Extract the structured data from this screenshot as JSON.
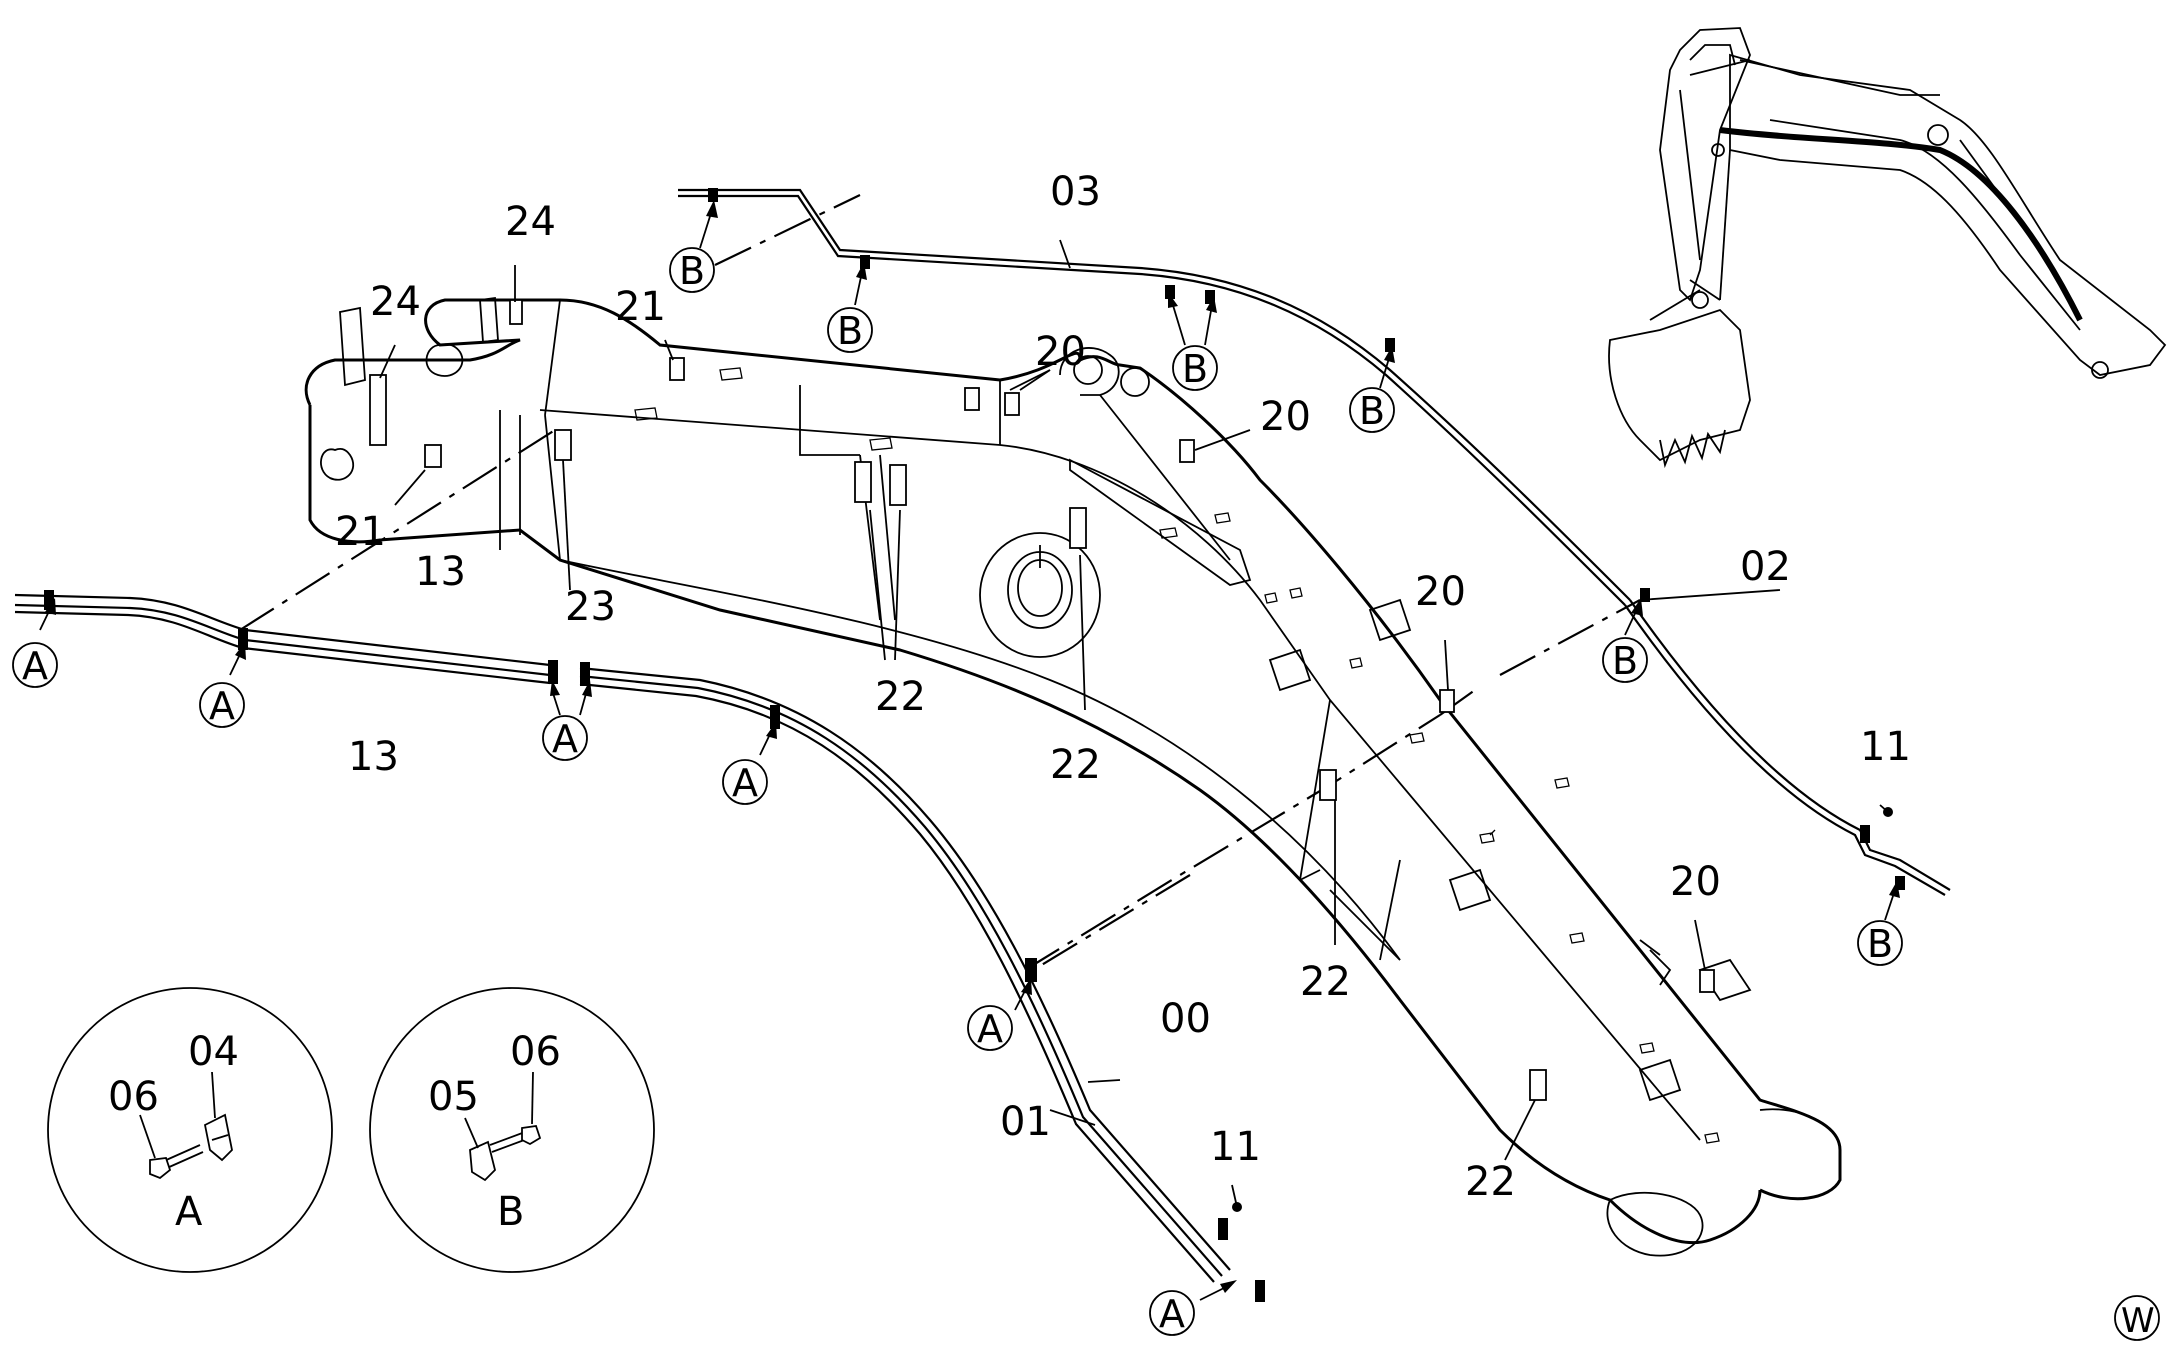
{
  "callouts": {
    "c00": "00",
    "c01": "01",
    "c02": "02",
    "c03": "03",
    "c11a": "11",
    "c11b": "11",
    "c13a": "13",
    "c13b": "13",
    "c20a": "20",
    "c20b": "20",
    "c20c": "20",
    "c20d": "20",
    "c21a": "21",
    "c21b": "21",
    "c22a": "22",
    "c22b": "22",
    "c22c": "22",
    "c22d": "22",
    "c23": "23",
    "c24a": "24",
    "c24b": "24"
  },
  "detail_refs": {
    "A": "A",
    "B": "B"
  },
  "detail_A": {
    "label": "A",
    "parts": [
      "06",
      "04"
    ]
  },
  "detail_B": {
    "label": "B",
    "parts": [
      "05",
      "06"
    ]
  },
  "corner_mark": "W"
}
